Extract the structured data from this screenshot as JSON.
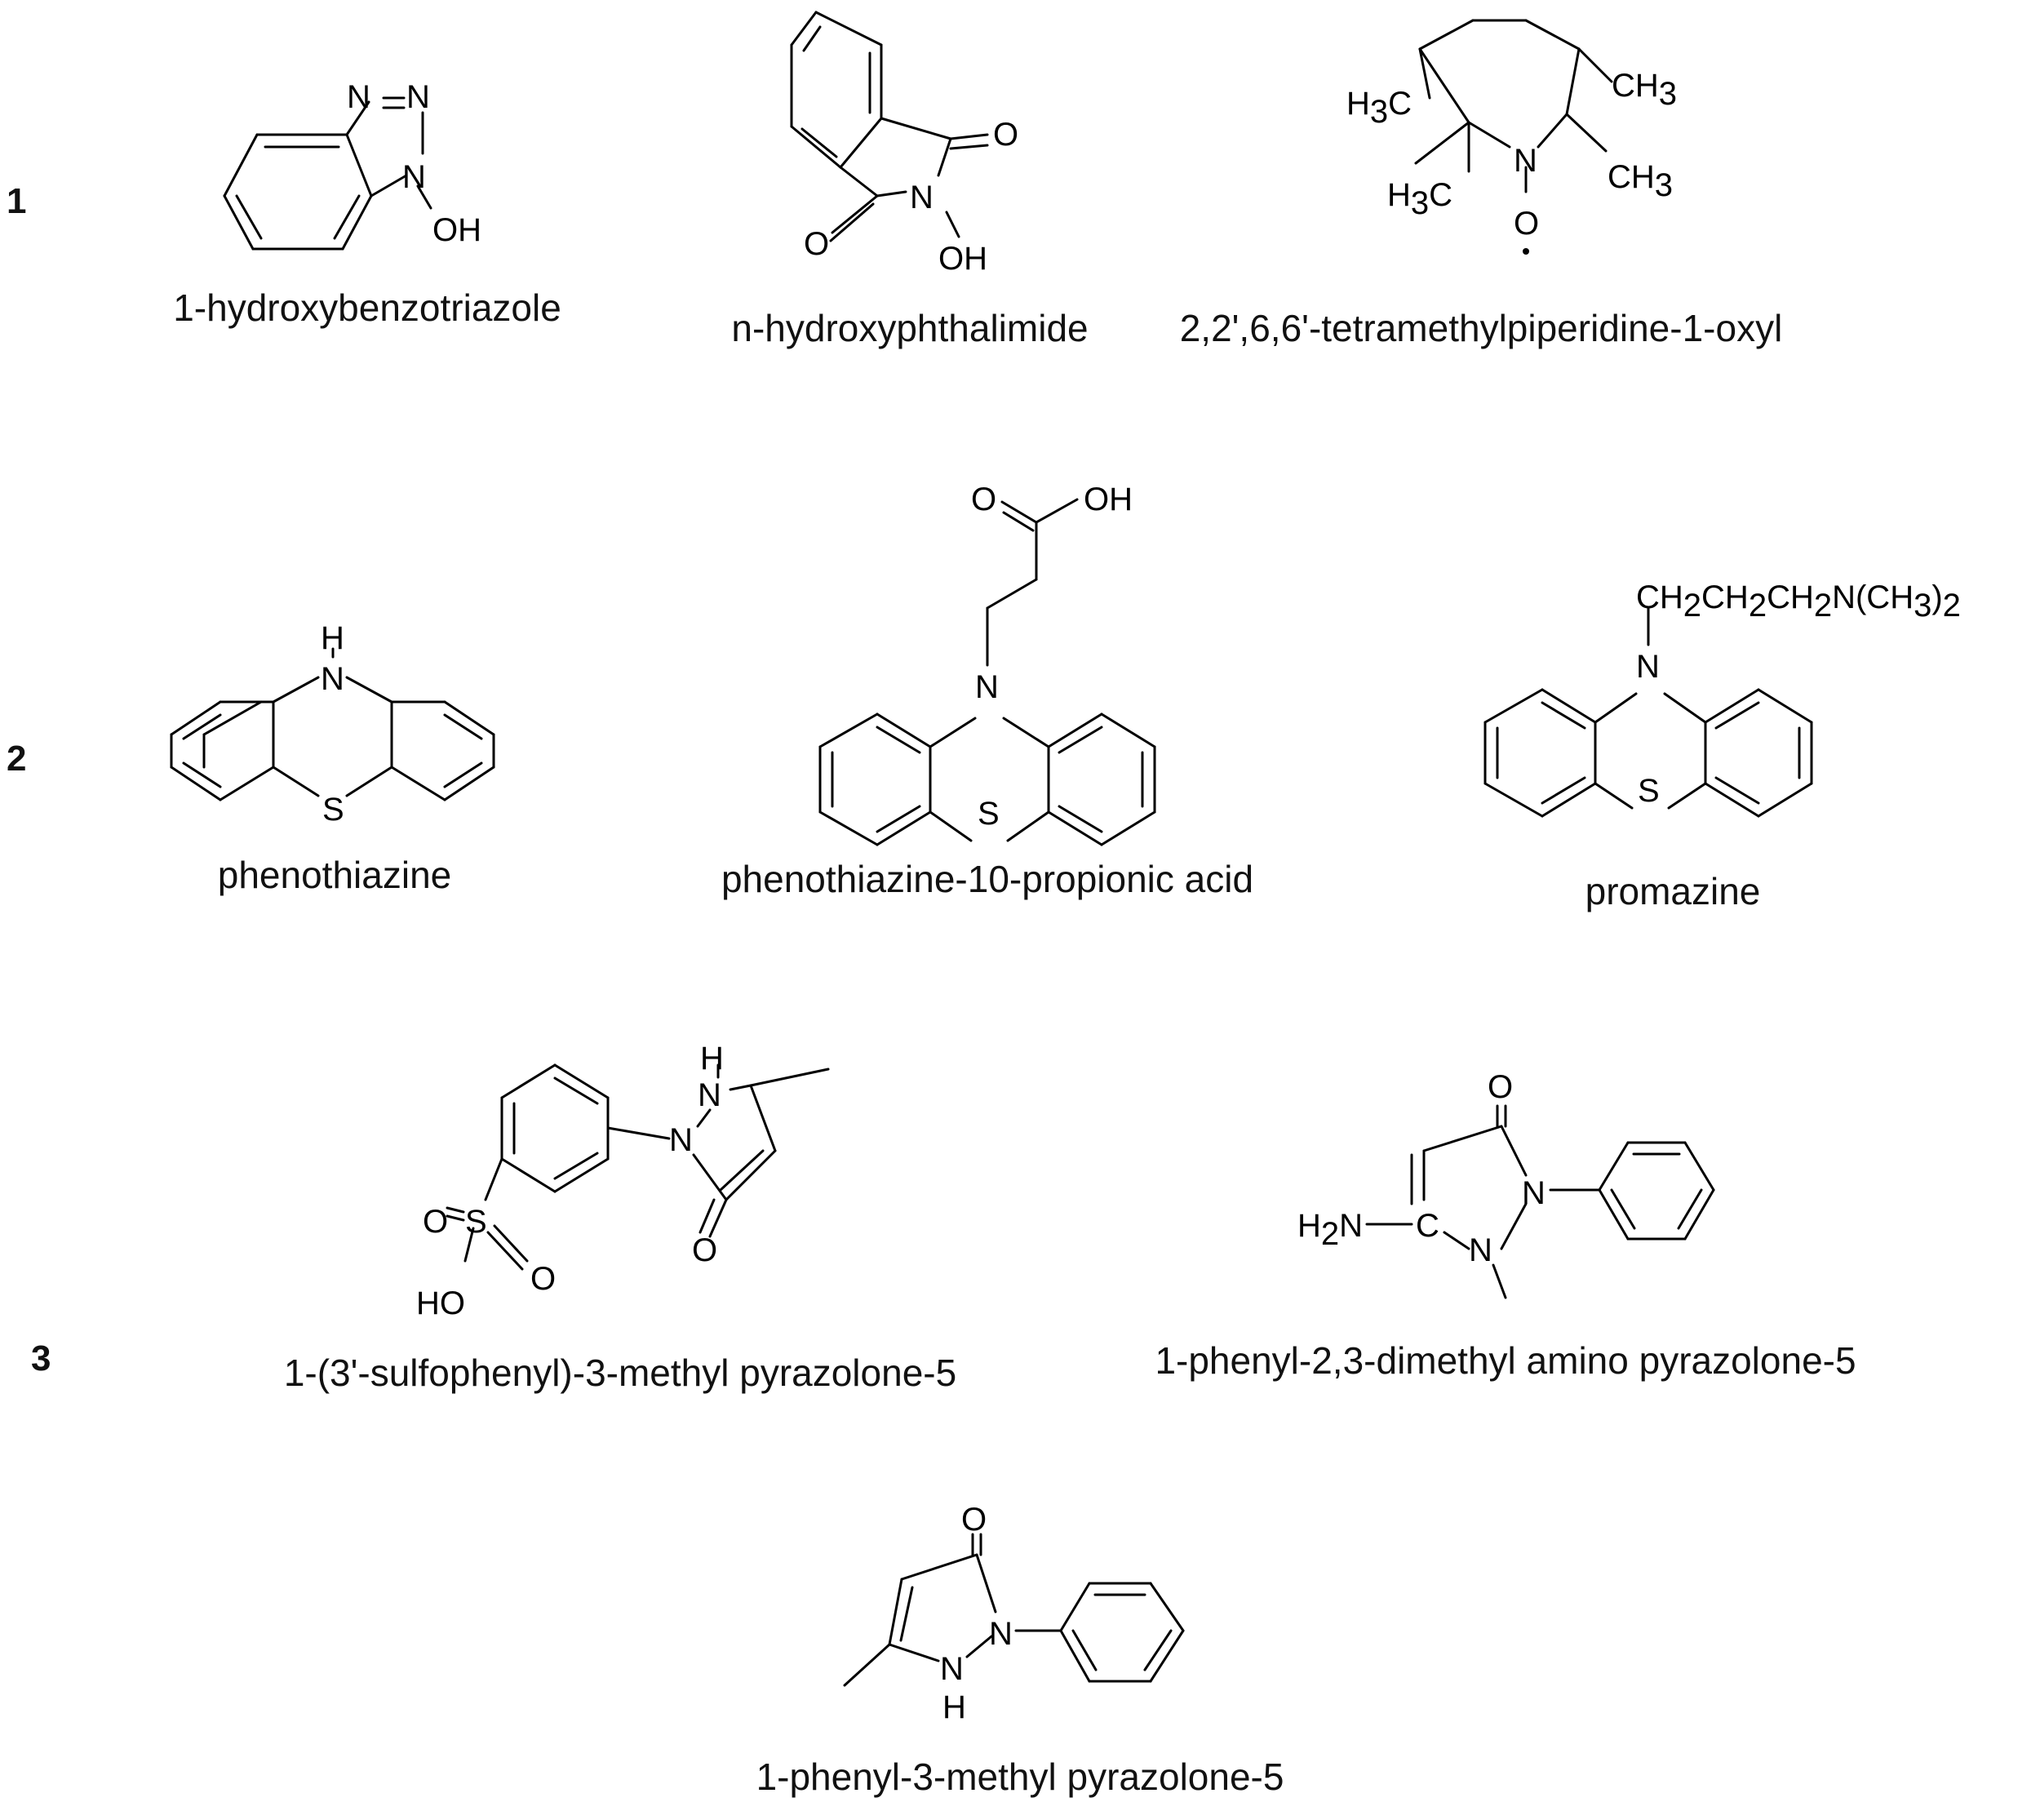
{
  "groups": [
    "1",
    "2",
    "3"
  ],
  "compounds": [
    {
      "name": "1-hydroxybenzotriazole",
      "atoms": {
        "n3": "N",
        "n2": "N",
        "n1": "N",
        "oh": "OH"
      }
    },
    {
      "name": "n-hydroxyphthalimide",
      "atoms": {
        "o1": "O",
        "n": "N",
        "o2": "O",
        "oh": "OH"
      }
    },
    {
      "name": "2,2',6,6'-tetramethylpiperidine-1-oxyl",
      "atoms": {
        "h3c_a": "H3C",
        "ch3_a": "CH3",
        "h3c_b": "H3C",
        "ch3_b": "CH3",
        "n": "N",
        "o": "O"
      }
    },
    {
      "name": "phenothiazine",
      "atoms": {
        "h": "H",
        "n": "N",
        "s": "S"
      }
    },
    {
      "name": "phenothiazine-10-propionic acid",
      "atoms": {
        "o": "O",
        "oh": "OH",
        "n": "N",
        "s": "S"
      }
    },
    {
      "name": "promazine",
      "atoms": {
        "chain": "CH2CH2CH2N(CH3)2",
        "n": "N",
        "s": "S"
      }
    },
    {
      "name": "1-(3'-sulfophenyl)-3-methyl pyrazolone-5",
      "atoms": {
        "h": "H",
        "n2": "N",
        "n1": "N",
        "o": "O",
        "s": "S",
        "so1": "O",
        "so2": "O",
        "ho": "HO"
      }
    },
    {
      "name": "1-phenyl-2,3-dimethyl amino pyrazolone-5",
      "atoms": {
        "o": "O",
        "h2n": "H2N",
        "c": "C",
        "n1": "N",
        "n2": "N"
      }
    },
    {
      "name": "1-phenyl-3-methyl pyrazolone-5",
      "atoms": {
        "o": "O",
        "n1": "N",
        "n2": "N",
        "h": "H"
      }
    }
  ]
}
